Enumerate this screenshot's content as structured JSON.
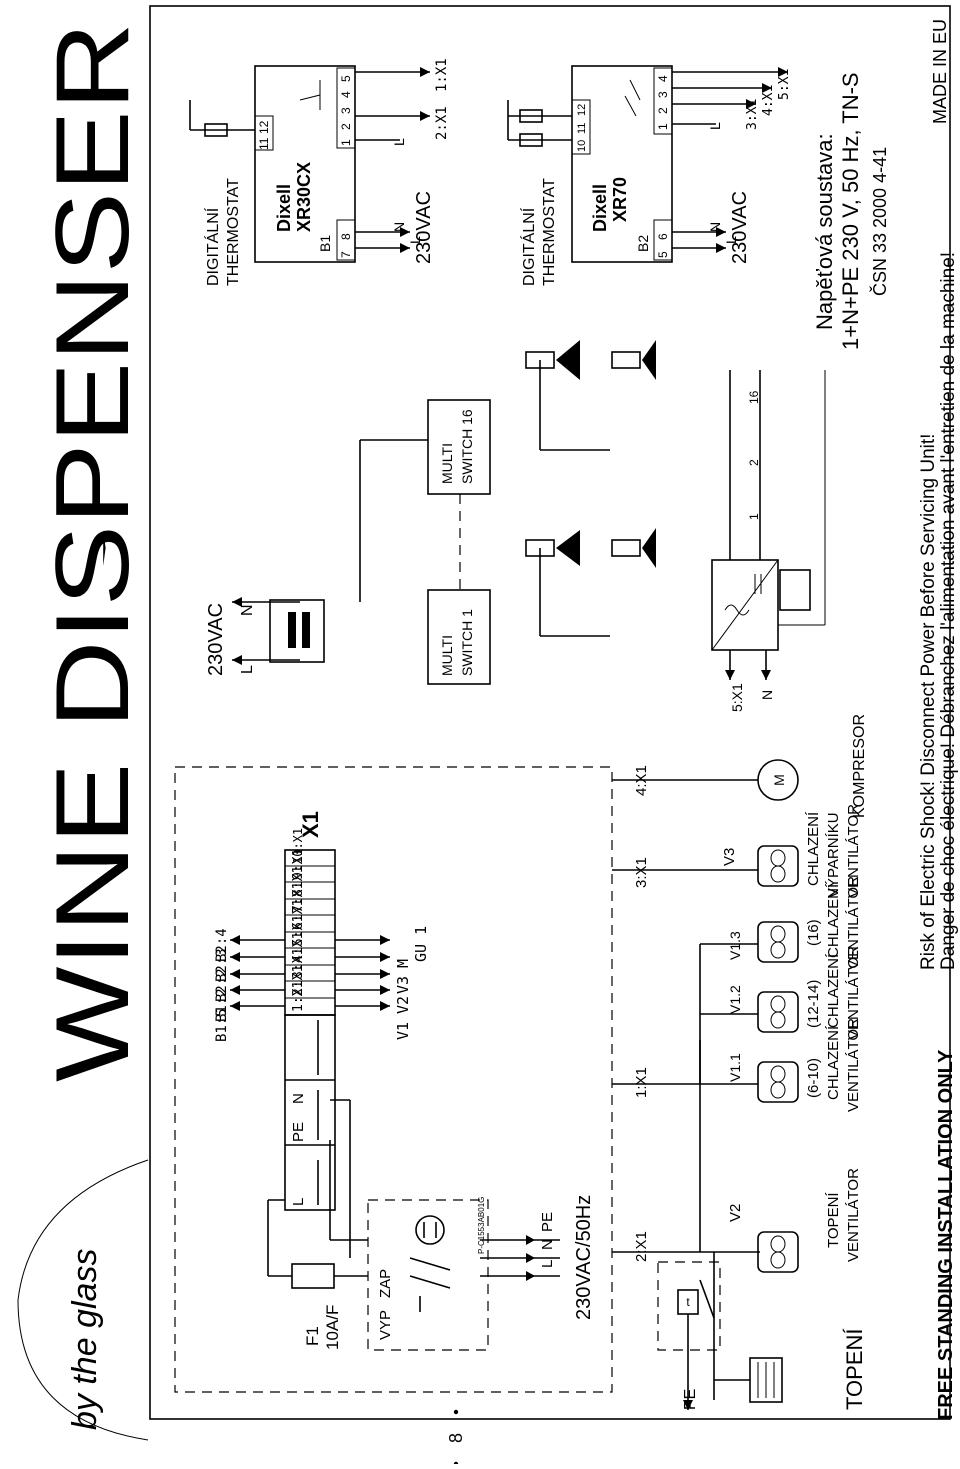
{
  "header": {
    "title": "WINE DISPENSER",
    "page_number": "8"
  },
  "footer": {
    "installation": "FREE STANDING INSTALLATION ONLY",
    "warning_en": "Risk of Electric Shock! Disconnect Power Before Servicing Unit!",
    "warning_fr": "Danger de choc électrique! Débranchez l'alimentation avant l'entretien de la machine!",
    "origin": "MADE IN EU"
  },
  "supply": {
    "label": "230VAC/50Hz",
    "fuse_name": "F1",
    "fuse_rating": "10A/F",
    "switch_off": "VYP",
    "switch_on": "ZAP",
    "switch_part": "P-C1553AB01G",
    "terminals": [
      "PE",
      "N",
      "L"
    ],
    "block_terminals": [
      "L",
      "PE",
      "N"
    ]
  },
  "terminal_block": {
    "name": "X1",
    "terminals": [
      "1:X1",
      "2:X1",
      "3:X1",
      "4:X1",
      "5:X1",
      "6:X1",
      "7:X1",
      "8:X1",
      "9:X1",
      "10:X1"
    ],
    "top_links": [
      "B1:5",
      "B1:2",
      "B2:2",
      "B2:3",
      "B2:4"
    ],
    "bottom_links": [
      "V1",
      "V2",
      "V3",
      "M",
      "GU 1"
    ]
  },
  "loads": {
    "heater": "TOPENÍ",
    "pe": "PE",
    "fan_heating": [
      "VENTILÁTOR",
      "TOPENÍ"
    ],
    "fan_610": [
      "VENTILÁTOR",
      "CHLAZENÍ",
      "(6-10)"
    ],
    "fan_1214": [
      "VENTILÁTOR",
      "CHLAZENÍ",
      "(12-14)"
    ],
    "fan_16": [
      "VENTILÁTOR",
      "CHLAZENÍ",
      "(16)"
    ],
    "fan_evap": [
      "VENTILÁTOR",
      "VÝPARNÍKU",
      "CHLAZENÍ"
    ],
    "compressor": "KOMPRESOR",
    "motor_symbol": "M",
    "wire_labels": [
      "V2",
      "V1.1",
      "V1.2",
      "V1.3",
      "V3"
    ],
    "terminal_labels": [
      "2:X1",
      "1:X1",
      "3:X1",
      "4:X1"
    ]
  },
  "valves": {
    "supply": "230VAC",
    "supply_terms": [
      "L",
      "N"
    ],
    "switch_1": [
      "MULTI",
      "SWITCH 1"
    ],
    "switch_16": [
      "MULTI",
      "SWITCH 16"
    ],
    "psu_out": "5:X1",
    "psu_n": "N",
    "outputs": [
      "1",
      "2",
      "16"
    ]
  },
  "thermostat_1": {
    "label": [
      "DIGITÁLNÍ",
      "THERMOSTAT"
    ],
    "brand": "Dixell",
    "model": "XR30CX",
    "probe": "B1",
    "pins_left": [
      "7",
      "8"
    ],
    "pins_right": [
      "1",
      "2",
      "3",
      "4",
      "5"
    ],
    "pins_top": [
      "11",
      "12"
    ],
    "supply": "230VAC",
    "supply_terms": [
      "N",
      "L"
    ],
    "outputs": [
      "2:X1",
      "1:X1"
    ],
    "out_l": "L"
  },
  "thermostat_2": {
    "label": [
      "DIGITÁLNÍ",
      "THERMOSTAT"
    ],
    "brand": "Dixell",
    "model": "XR70",
    "probe": "B2",
    "pins_left": [
      "5",
      "6"
    ],
    "pins_right": [
      "1",
      "2",
      "3",
      "4"
    ],
    "pins_top": [
      "10",
      "11",
      "12"
    ],
    "supply": "230VAC",
    "supply_terms": [
      "N",
      "L"
    ],
    "outputs": [
      "3:X1",
      "4:X1",
      "5:X1"
    ],
    "out_l": "L"
  },
  "system": {
    "line1": "Napěťová soustava:",
    "line2": "1+N+PE 230 V, 50 Hz, TN-S",
    "line3": "ČSN 33 2000 4-41"
  }
}
